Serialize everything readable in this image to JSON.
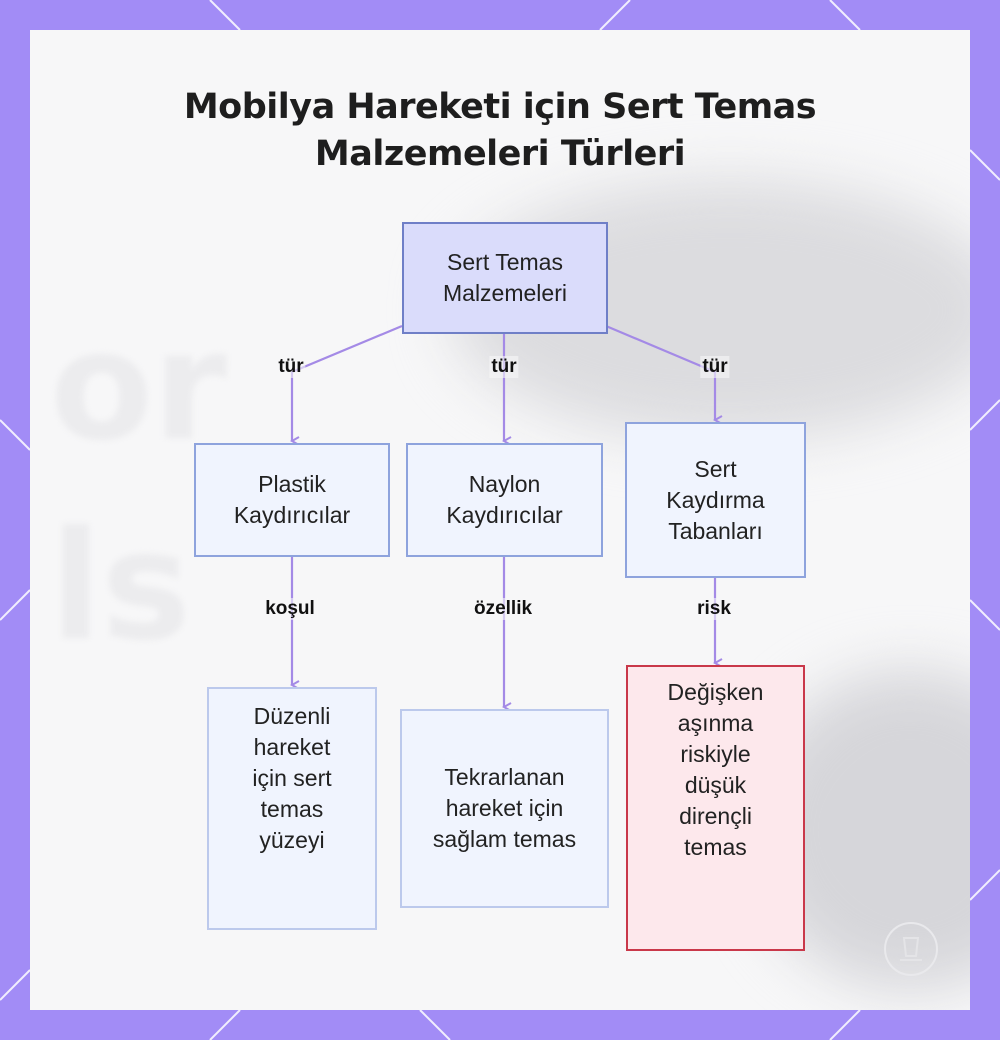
{
  "title_lines": [
    "Mobilya Hareketi için Sert Temas",
    "Malzemeleri Türleri"
  ],
  "nodes": {
    "root": "Sert Temas Malzemeleri",
    "plastic": "Plastik Kaydırıcılar",
    "nylon": "Naylon Kaydırıcılar",
    "hard_base": "Sert Kaydırma Tabanları",
    "plastic_desc": "Düzenli hareket için sert temas yüzeyi",
    "nylon_desc": "Tekrarlanan hareket için sağlam temas",
    "hard_desc": "Değişken aşınma riskiyle düşük dirençli temas"
  },
  "edge_labels": {
    "root_plastic": "tür",
    "root_nylon": "tür",
    "root_hard": "tür",
    "plastic_desc": "koşul",
    "nylon_desc": "özellik",
    "hard_desc": "risk"
  },
  "colors": {
    "frame": "#a28cf6",
    "root_fill": "#dadcfb",
    "root_border": "#6f7fc7",
    "node_fill": "#f0f4fe",
    "node_border": "#8ea3dd",
    "leaf_border": "#bcc9ec",
    "risk_fill": "#fde8ec",
    "risk_border": "#c9384a",
    "edge": "#a48ae6"
  }
}
